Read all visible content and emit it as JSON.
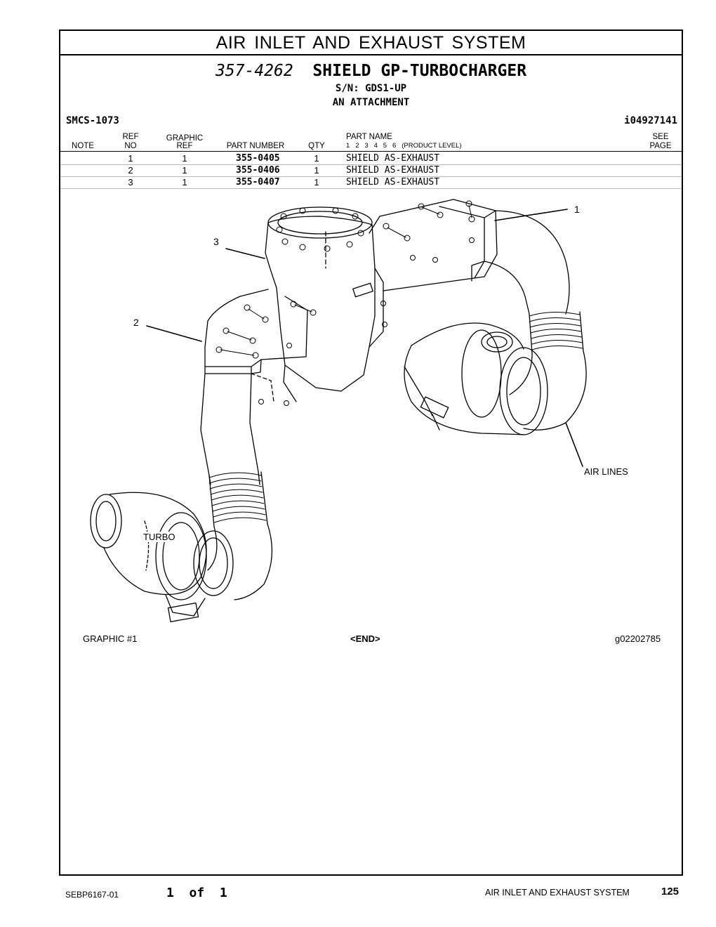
{
  "section_title": "AIR INLET AND EXHAUST SYSTEM",
  "group": {
    "number": "357-4262",
    "name": "SHIELD GP-TURBOCHARGER",
    "serial": "S/N: GDS1-UP",
    "attachment": "AN ATTACHMENT"
  },
  "smcs": "SMCS-1073",
  "illustration_id": "i04927141",
  "table": {
    "headers": {
      "note": "NOTE",
      "ref_top": "REF",
      "ref_bottom": "NO",
      "graphic_top": "GRAPHIC",
      "graphic_bottom": "REF",
      "part_number": "PART NUMBER",
      "qty": "QTY",
      "part_name": "PART NAME",
      "levels": "1   2   3   4   5   6   (PRODUCT LEVEL)",
      "see_top": "SEE",
      "see_bottom": "PAGE"
    },
    "rows": [
      {
        "ref": "1",
        "graphic_ref": "1",
        "part_number": "355-0405",
        "qty": "1",
        "name": "SHIELD AS-EXHAUST"
      },
      {
        "ref": "2",
        "graphic_ref": "1",
        "part_number": "355-0406",
        "qty": "1",
        "name": "SHIELD AS-EXHAUST"
      },
      {
        "ref": "3",
        "graphic_ref": "1",
        "part_number": "355-0407",
        "qty": "1",
        "name": "SHIELD AS-EXHAUST"
      }
    ]
  },
  "callouts": {
    "c1": "1",
    "c2": "2",
    "c3": "3",
    "air_lines": "AIR LINES",
    "turbo": "TURBO"
  },
  "graphic_footer": {
    "label": "GRAPHIC #1",
    "end": "<END>",
    "id": "g02202785"
  },
  "page_footer": {
    "doc_id": "SEBP6167-01",
    "page_of": "1  of  1",
    "section": "AIR INLET AND EXHAUST SYSTEM",
    "page_number": "125"
  }
}
